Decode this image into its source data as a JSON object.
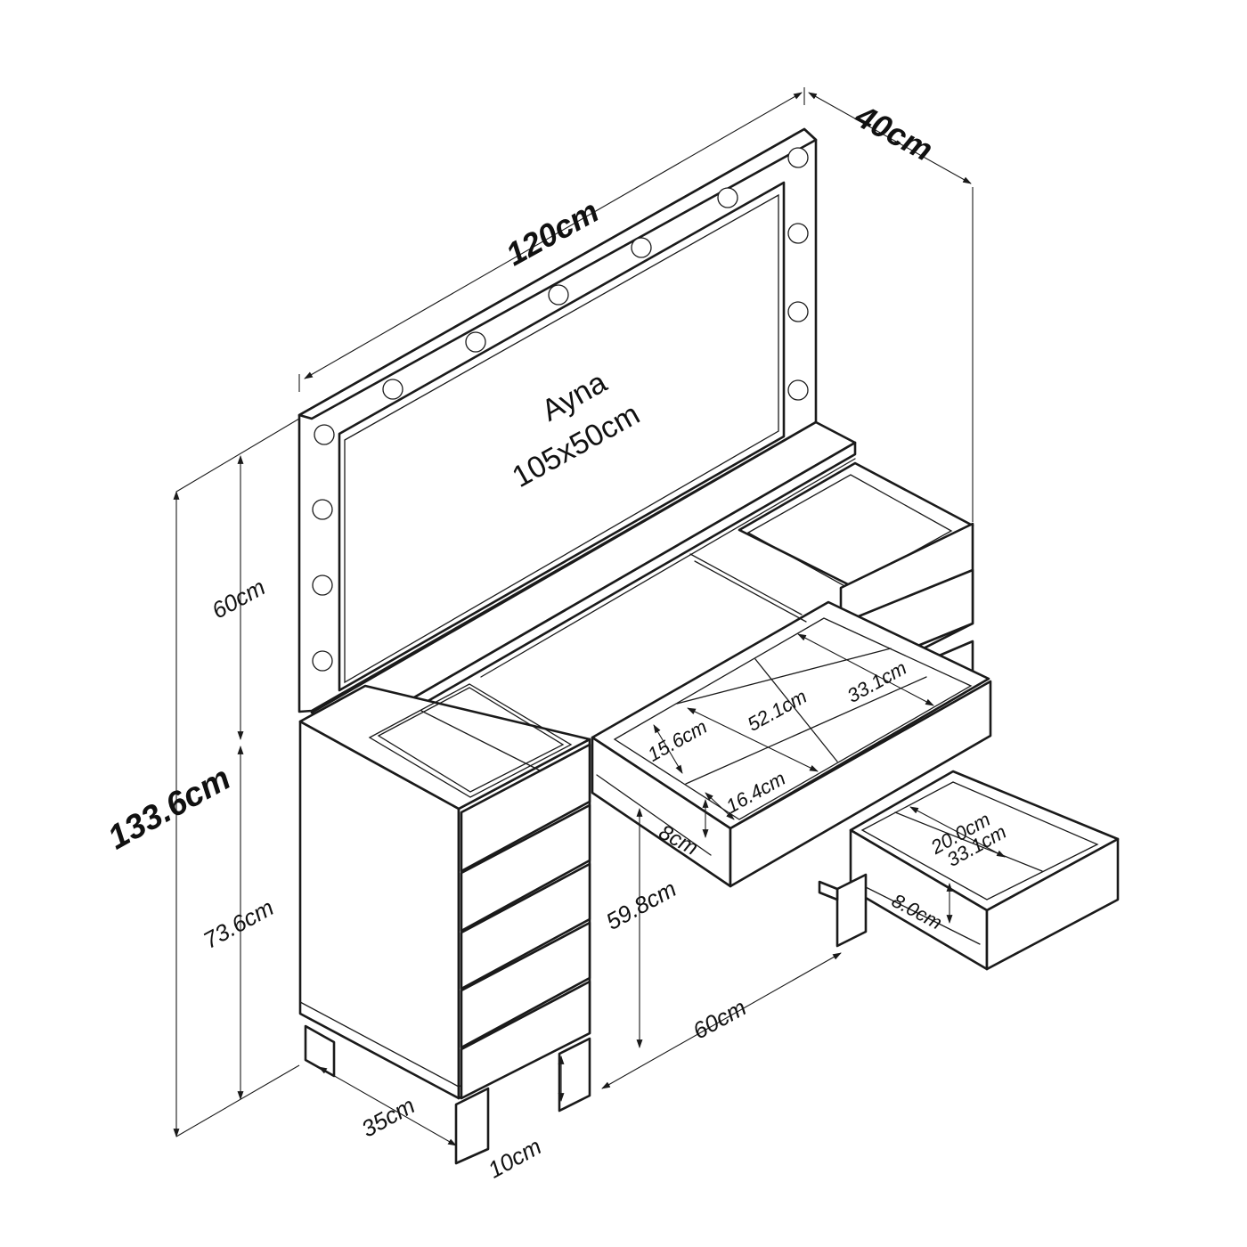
{
  "mirror": {
    "title": "Ayna",
    "size": "105x50cm"
  },
  "dimensions": {
    "overall_width": "120cm",
    "overall_depth": "40cm",
    "overall_height": "133.6cm",
    "mirror_height": "60cm",
    "table_height": "73.6cm",
    "leg_clearance": "59.8cm",
    "knee_width": "60cm",
    "cabinet_depth": "35cm",
    "leg_height": "10cm",
    "upper_drawer_width": "52.1cm",
    "upper_drawer_depth": "33.1cm",
    "upper_drawer_compartment_a": "15.6cm",
    "upper_drawer_compartment_b": "16.4cm",
    "upper_drawer_height": "8cm",
    "side_drawer_width": "20.0cm",
    "side_drawer_depth": "33.1cm",
    "side_drawer_height": "8.0cm"
  }
}
